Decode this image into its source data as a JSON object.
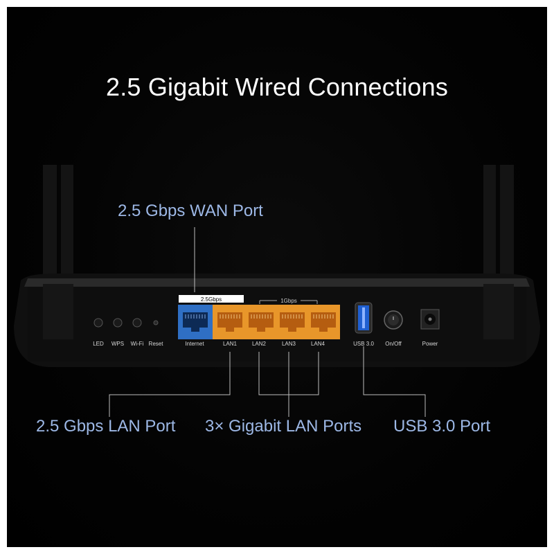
{
  "title": "2.5 Gigabit Wired Connections",
  "callouts": {
    "wan": "2.5 Gbps WAN Port",
    "lan": "2.5 Gbps LAN Port",
    "gigabit": "3× Gigabit LAN Ports",
    "usb": "USB 3.0 Port"
  },
  "router": {
    "port_group_labels": {
      "wan_speed": "2.5Gbps",
      "lan_speed": "1Gbps"
    },
    "buttons": [
      "LED",
      "WPS",
      "Wi-Fi",
      "Reset"
    ],
    "ports": [
      "Internet",
      "LAN1",
      "LAN2",
      "LAN3",
      "LAN4",
      "USB 3.0",
      "On/Off",
      "Power"
    ]
  },
  "colors": {
    "background": "#000000",
    "callout_text": "#9db8e6",
    "wan_port": "#2f6fc4",
    "lan_port": "#e8962a",
    "usb_port": "#1f5fd0"
  }
}
